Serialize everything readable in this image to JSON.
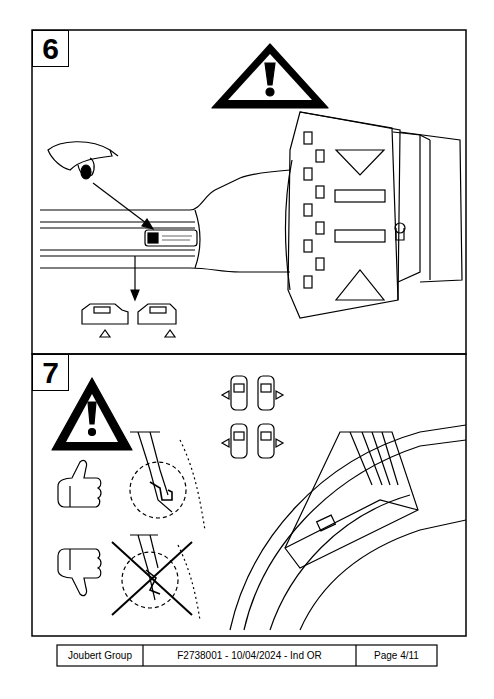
{
  "diagram": {
    "nodes": [
      {
        "text": [
          "6"
        ]
      },
      {
        "text": [
          "7"
        ]
      }
    ],
    "labels": [
      "Joubert Group",
      "F2738001 - 10/04/2024 - Ind OR",
      "Page 4/11"
    ]
  }
}
